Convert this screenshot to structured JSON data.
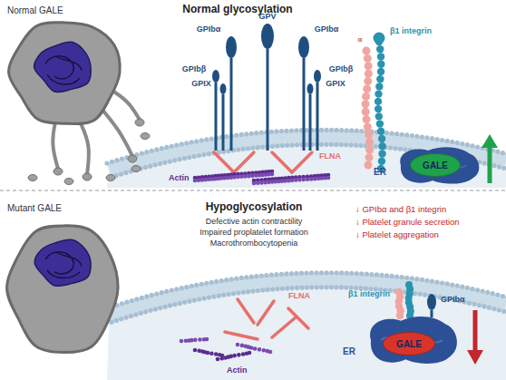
{
  "diagram": {
    "nodes": [
      {
        "text": [
          "ER"
        ]
      },
      {
        "text": [
          "GALE"
        ],
        "in": 0
      },
      {
        "text": [
          "ER"
        ]
      },
      {
        "text": [
          "GALE"
        ],
        "in": 2
      }
    ],
    "labels": [
      "Normal GALE",
      "Normal glycosylation",
      "GPV",
      "GPIbα",
      "GPIbα",
      "β1 integrin",
      "α",
      "GPIbβ",
      "GPIbβ",
      "GPIX",
      "GPIX",
      "FLNA",
      "Actin",
      "Mutant GALE",
      "Hypoglycosylation",
      "Defective actin contractility",
      "Impaired proplatelet formation",
      "Macrothrombocytopenia",
      "↓ GPIbα and β1 integrin",
      "↓ Platelet granule secretion",
      "↓ Platelet aggregation",
      "β1 integrin",
      "FLNA",
      "GPIbα",
      "Actin"
    ]
  }
}
